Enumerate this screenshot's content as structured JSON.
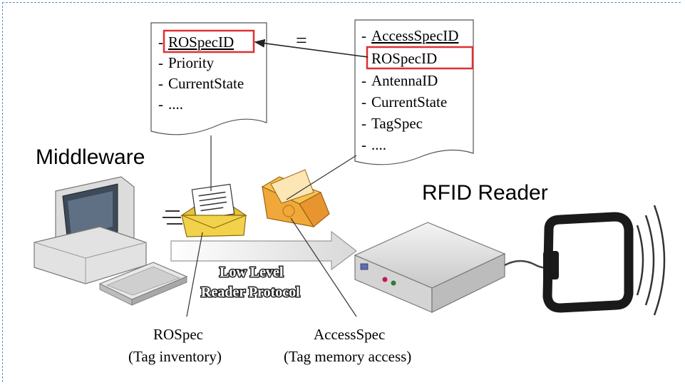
{
  "rospec_doc": {
    "items": [
      "ROSpecID",
      "Priority",
      "CurrentState",
      "...."
    ]
  },
  "equals_sign": "=",
  "accessspec_doc": {
    "items": [
      "AccessSpecID",
      "ROSpecID",
      "AntennaID",
      "CurrentState",
      "TagSpec",
      "...."
    ]
  },
  "labels": {
    "middleware": "Middleware",
    "rfid_reader": "RFID Reader",
    "protocol_line1": "Low Level",
    "protocol_line2": "Reader Protocol",
    "rospec_title": "ROSpec",
    "rospec_sub": "(Tag inventory)",
    "accessspec_title": "AccessSpec",
    "accessspec_sub": "(Tag memory access)"
  },
  "colors": {
    "highlight_box": "#e03030",
    "frame": "#5b8fc7",
    "envelope": "#f2d24a",
    "envelope_open": "#f0a83a"
  }
}
